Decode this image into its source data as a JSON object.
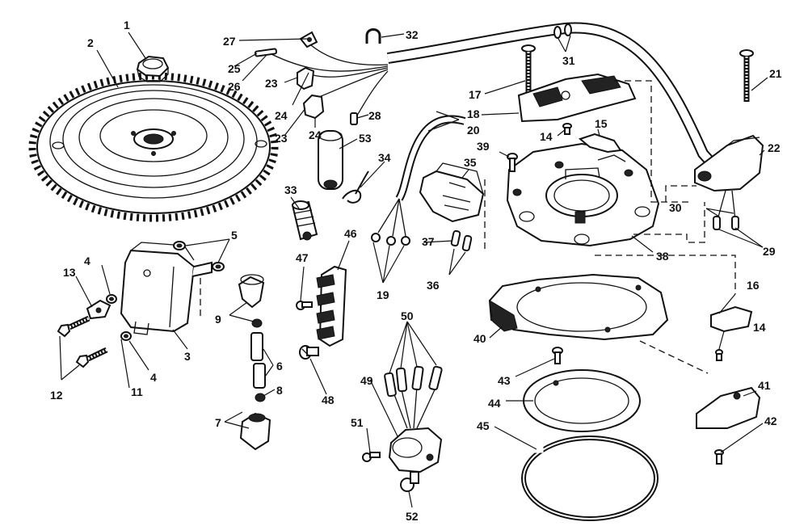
{
  "diagram": {
    "callouts": [
      {
        "id": "c1",
        "text": "1"
      },
      {
        "id": "c2",
        "text": "2"
      },
      {
        "id": "c3",
        "text": "3"
      },
      {
        "id": "c4a",
        "text": "4"
      },
      {
        "id": "c4b",
        "text": "4"
      },
      {
        "id": "c5",
        "text": "5"
      },
      {
        "id": "c6",
        "text": "6"
      },
      {
        "id": "c7",
        "text": "7"
      },
      {
        "id": "c8",
        "text": "8"
      },
      {
        "id": "c9",
        "text": "9"
      },
      {
        "id": "c11",
        "text": "11"
      },
      {
        "id": "c12",
        "text": "12"
      },
      {
        "id": "c13",
        "text": "13"
      },
      {
        "id": "c14a",
        "text": "14"
      },
      {
        "id": "c14b",
        "text": "14"
      },
      {
        "id": "c15",
        "text": "15"
      },
      {
        "id": "c16",
        "text": "16"
      },
      {
        "id": "c17",
        "text": "17"
      },
      {
        "id": "c18",
        "text": "18"
      },
      {
        "id": "c19",
        "text": "19"
      },
      {
        "id": "c20",
        "text": "20"
      },
      {
        "id": "c21",
        "text": "21"
      },
      {
        "id": "c22",
        "text": "22"
      },
      {
        "id": "c23a",
        "text": "23"
      },
      {
        "id": "c23b",
        "text": "23"
      },
      {
        "id": "c24a",
        "text": "24"
      },
      {
        "id": "c24b",
        "text": "24"
      },
      {
        "id": "c25",
        "text": "25"
      },
      {
        "id": "c26",
        "text": "26"
      },
      {
        "id": "c27",
        "text": "27"
      },
      {
        "id": "c28",
        "text": "28"
      },
      {
        "id": "c29",
        "text": "29"
      },
      {
        "id": "c30",
        "text": "30"
      },
      {
        "id": "c31",
        "text": "31"
      },
      {
        "id": "c32",
        "text": "32"
      },
      {
        "id": "c33",
        "text": "33"
      },
      {
        "id": "c34",
        "text": "34"
      },
      {
        "id": "c35",
        "text": "35"
      },
      {
        "id": "c36",
        "text": "36"
      },
      {
        "id": "c37",
        "text": "37"
      },
      {
        "id": "c38",
        "text": "38"
      },
      {
        "id": "c39",
        "text": "39"
      },
      {
        "id": "c40",
        "text": "40"
      },
      {
        "id": "c41",
        "text": "41"
      },
      {
        "id": "c42",
        "text": "42"
      },
      {
        "id": "c43",
        "text": "43"
      },
      {
        "id": "c44",
        "text": "44"
      },
      {
        "id": "c45",
        "text": "45"
      },
      {
        "id": "c46",
        "text": "46"
      },
      {
        "id": "c47",
        "text": "47"
      },
      {
        "id": "c48",
        "text": "48"
      },
      {
        "id": "c49",
        "text": "49"
      },
      {
        "id": "c50",
        "text": "50"
      },
      {
        "id": "c51",
        "text": "51"
      },
      {
        "id": "c52",
        "text": "52"
      },
      {
        "id": "c53",
        "text": "53"
      }
    ]
  }
}
